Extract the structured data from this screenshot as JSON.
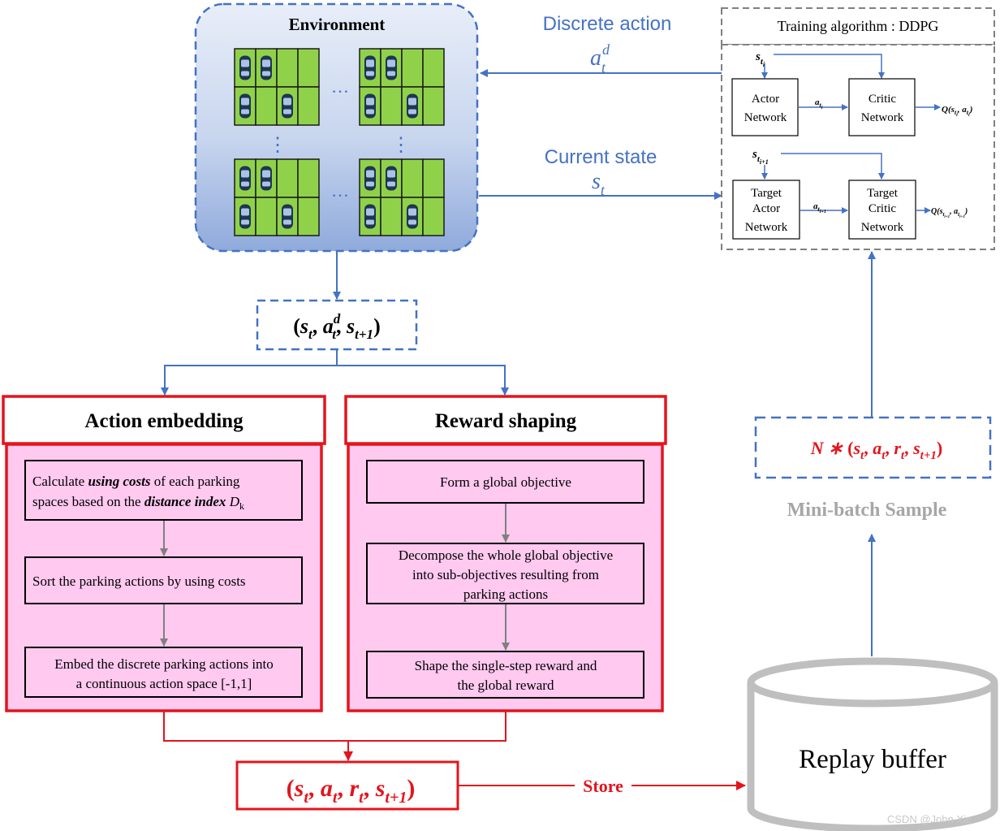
{
  "environment": {
    "title": "Environment",
    "ellipsis_h": "…",
    "ellipsis_v": "⋮"
  },
  "top_arrows": {
    "discrete_action_label": "Discrete action",
    "discrete_action_symbol": {
      "base": "a",
      "sup": "d",
      "sub": "t"
    },
    "current_state_label": "Current state",
    "current_state_symbol": {
      "base": "s",
      "sub": "t"
    }
  },
  "training": {
    "title": "Training algorithm : DDPG",
    "s_ti": {
      "base": "s",
      "sub": "t",
      "subsub": "i"
    },
    "s_ti1": {
      "base": "s",
      "sub": "t",
      "subsub": "i+1"
    },
    "actor": [
      "Actor",
      "Network"
    ],
    "critic": [
      "Critic",
      "Network"
    ],
    "target_actor": [
      "Target",
      "Actor",
      "Network"
    ],
    "target_critic": [
      "Target",
      "Critic",
      "Network"
    ],
    "a_ti": {
      "base": "a",
      "sub": "t",
      "subsub": "i"
    },
    "a_ti1": {
      "base": "a",
      "sub": "t",
      "subsub": "i+1"
    },
    "q_out": "Q(s",
    "q_out_full": "Q(s_ti, a_ti)",
    "q_target_full": "Q(s_ti+1, a_ti+1)"
  },
  "transition_tuple": "(s_t, a_t^d, s_t+1)",
  "action_embedding": {
    "title": "Action embedding",
    "step1": {
      "pre": "Calculate ",
      "bold1": "using costs",
      "mid": " of each parking spaces based on the ",
      "bold2": "distance index",
      "post": " D",
      "post_sub": "k"
    },
    "step2": "Sort the parking actions by using costs",
    "step3": "Embed the discrete parking actions into a continuous action space [-1,1]"
  },
  "reward_shaping": {
    "title": "Reward shaping",
    "step1": "Form a global objective",
    "step2": "Decompose the whole global objective into sub-objectives resulting from parking actions",
    "step3": "Shape the single-step reward and the global reward"
  },
  "minibatch": {
    "tuple_prefix": "N ∗ ",
    "label": "Mini-batch Sample"
  },
  "replay": {
    "label": "Replay buffer",
    "store_label": "Store",
    "watermark": "CSDN @John Xie"
  },
  "final_tuple": "(s_t, a_t, r_t, s_t+1)",
  "colors": {
    "blue": "#4472c4",
    "red": "#e4141c",
    "pink": "#ffc9f0",
    "gray_dash": "#808080",
    "grass": "#8fd24a",
    "minibatch_gray": "#a6a6a6"
  }
}
